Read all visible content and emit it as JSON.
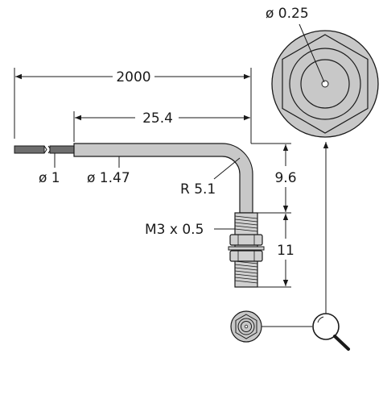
{
  "labels": {
    "overall_length": "2000",
    "sleeve_length": "25.4",
    "core_diameter": "ø 1",
    "sleeve_diameter": "ø 1.47",
    "bend_radius": "R 5.1",
    "bend_height": "9.6",
    "thread": "M3 x 0.5",
    "thread_length": "11",
    "tip_diameter": "ø 0.25"
  },
  "colors": {
    "line": "#1a1a1a",
    "cable": "#6e6e6e",
    "sleeve": "#c8c8c8",
    "part": "#d0d0d0",
    "face": "#c8c8c8",
    "background": "#ffffff"
  },
  "icons": {
    "magnifier": "magnifier-icon"
  }
}
